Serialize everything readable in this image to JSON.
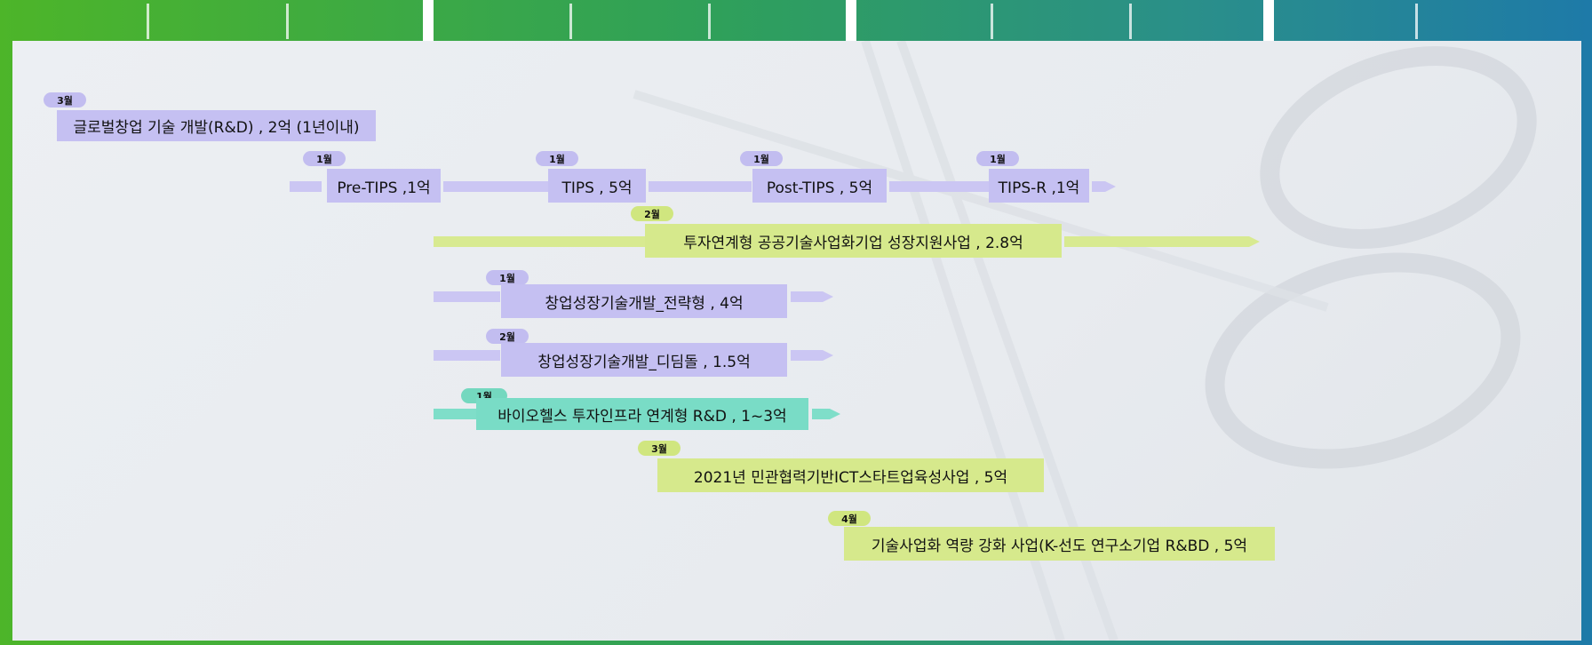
{
  "colors": {
    "purple": "#c5c0f2",
    "green": "#d6e98c",
    "teal": "#79dcc6",
    "frame_start": "#4db529",
    "frame_end": "#1e7aa8"
  },
  "programs": [
    {
      "id": "global",
      "label": "글로벌창업 기술 개발(R&D) , 2억 (1년이내)",
      "month": "3월",
      "color": "purple"
    },
    {
      "id": "pretips",
      "label": "Pre-TIPS ,1억",
      "month": "1월",
      "color": "purple"
    },
    {
      "id": "tips",
      "label": "TIPS , 5억",
      "month": "1월",
      "color": "purple"
    },
    {
      "id": "posttips",
      "label": "Post-TIPS , 5억",
      "month": "1월",
      "color": "purple"
    },
    {
      "id": "tipsr",
      "label": "TIPS-R ,1억",
      "month": "1월",
      "color": "purple"
    },
    {
      "id": "invest",
      "label": "투자연계형 공공기술사업화기업 성장지원사업 , 2.8억",
      "month": "2월",
      "color": "green"
    },
    {
      "id": "strategy",
      "label": "창업성장기술개발_전략형 , 4억",
      "month": "1월",
      "color": "purple"
    },
    {
      "id": "stepping",
      "label": "창업성장기술개발_디딤돌 , 1.5억",
      "month": "2월",
      "color": "purple"
    },
    {
      "id": "bio",
      "label": "바이오헬스 투자인프라 연계형 R&D , 1~3억",
      "month": "1월",
      "color": "teal"
    },
    {
      "id": "ict",
      "label": "2021년 민관협력기반ICT스타트업육성사업 , 5억",
      "month": "3월",
      "color": "green"
    },
    {
      "id": "ksundo",
      "label": "기술사업화 역량 강화 사업(K-선도 연구소기업 R&BD , 5억",
      "month": "4월",
      "color": "green"
    }
  ]
}
